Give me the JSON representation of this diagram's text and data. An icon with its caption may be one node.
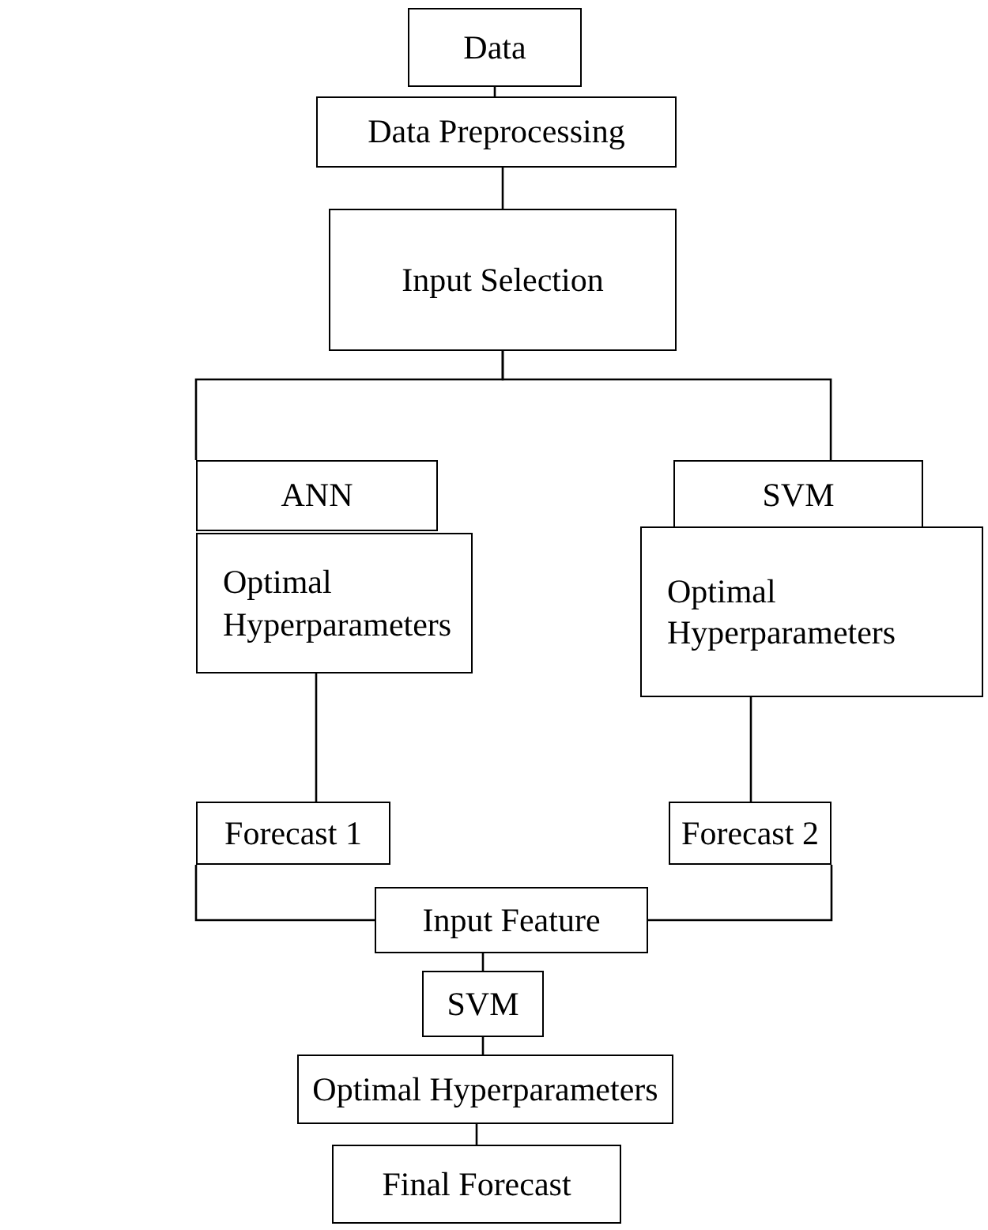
{
  "diagram": {
    "nodes": [
      {
        "text": [
          "Data"
        ]
      },
      {
        "text": [
          "Data Preprocessing"
        ]
      },
      {
        "text": [
          "Input Selection"
        ]
      },
      {
        "text": [
          "ANN"
        ]
      },
      {
        "text": [
          "SVM"
        ]
      },
      {
        "text": [
          "Optimal Hyperparameters"
        ]
      },
      {
        "text": [
          "Optimal Hyperparameters"
        ]
      },
      {
        "text": [
          "Forecast 1"
        ]
      },
      {
        "text": [
          "Forecast 2"
        ]
      },
      {
        "text": [
          "Input Feature"
        ]
      },
      {
        "text": [
          "SVM"
        ]
      },
      {
        "text": [
          "Optimal Hyperparameters"
        ]
      },
      {
        "text": [
          "Final Forecast"
        ]
      }
    ],
    "edges": [
      {
        "from": 0,
        "to": 1,
        "arrow": "none"
      },
      {
        "from": 1,
        "to": 2,
        "arrow": "none"
      },
      {
        "from": 2,
        "to": 3,
        "arrow": "none"
      },
      {
        "from": 2,
        "to": 4,
        "arrow": "none"
      },
      {
        "from": 5,
        "to": 7,
        "arrow": "none"
      },
      {
        "from": 6,
        "to": 8,
        "arrow": "none"
      },
      {
        "from": 7,
        "to": 9,
        "arrow": "none"
      },
      {
        "from": 8,
        "to": 9,
        "arrow": "none"
      },
      {
        "from": 9,
        "to": 10,
        "arrow": "none"
      },
      {
        "from": 10,
        "to": 11,
        "arrow": "none"
      },
      {
        "from": 11,
        "to": 12,
        "arrow": "none"
      }
    ]
  }
}
